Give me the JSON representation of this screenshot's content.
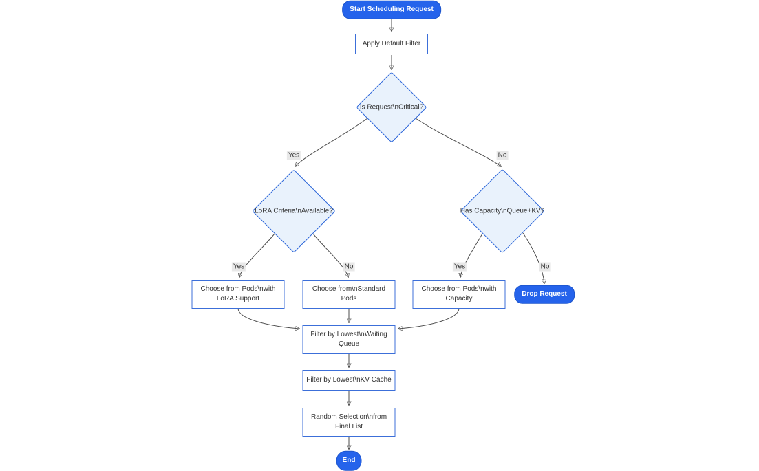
{
  "diagram": {
    "kind": "flowchart",
    "direction": "top-down",
    "background": "#ffffff"
  },
  "colors": {
    "terminator_fill": "#2563eb",
    "terminator_text": "#ffffff",
    "process_fill": "#ffffff",
    "process_border": "#3c6fd9",
    "decision_fill": "#e9f2fc",
    "decision_border": "#2b65d9",
    "edge_line": "#4c4c4c",
    "edge_label_background": "#e8e8e8",
    "text": "#333333"
  },
  "nodes": {
    "start": {
      "shape": "stadium",
      "label": "Start Scheduling Request"
    },
    "apply_default_filter": {
      "shape": "rect",
      "label": "Apply Default Filter"
    },
    "is_critical": {
      "shape": "diamond",
      "label": "Is Request\\nCritical?"
    },
    "lora_criteria": {
      "shape": "diamond",
      "label": "LoRA Criteria\\nAvailable?"
    },
    "has_capacity": {
      "shape": "diamond",
      "label": "Has Capacity\\nQueue+KV?"
    },
    "choose_lora_pods": {
      "shape": "rect",
      "label": [
        "Choose from Pods\\nwith",
        "LoRA Support"
      ]
    },
    "choose_standard_pods": {
      "shape": "rect",
      "label": [
        "Choose from\\nStandard",
        "Pods"
      ]
    },
    "choose_capacity_pods": {
      "shape": "rect",
      "label": [
        "Choose from Pods\\nwith",
        "Capacity"
      ]
    },
    "drop_request": {
      "shape": "stadium",
      "label": "Drop Request"
    },
    "filter_waiting_queue": {
      "shape": "rect",
      "label": [
        "Filter by Lowest\\nWaiting",
        "Queue"
      ]
    },
    "filter_kv_cache": {
      "shape": "rect",
      "label": "Filter by Lowest\\nKV Cache"
    },
    "random_selection": {
      "shape": "rect",
      "label": [
        "Random Selection\\nfrom",
        "Final List"
      ]
    },
    "end": {
      "shape": "stadium",
      "label": "End"
    }
  },
  "edges": [
    {
      "from": "start",
      "to": "apply_default_filter",
      "label": ""
    },
    {
      "from": "apply_default_filter",
      "to": "is_critical",
      "label": ""
    },
    {
      "from": "is_critical",
      "to": "lora_criteria",
      "label": "Yes"
    },
    {
      "from": "is_critical",
      "to": "has_capacity",
      "label": "No"
    },
    {
      "from": "lora_criteria",
      "to": "choose_lora_pods",
      "label": "Yes"
    },
    {
      "from": "lora_criteria",
      "to": "choose_standard_pods",
      "label": "No"
    },
    {
      "from": "has_capacity",
      "to": "choose_capacity_pods",
      "label": "Yes"
    },
    {
      "from": "has_capacity",
      "to": "drop_request",
      "label": "No"
    },
    {
      "from": "choose_lora_pods",
      "to": "filter_waiting_queue",
      "label": ""
    },
    {
      "from": "choose_standard_pods",
      "to": "filter_waiting_queue",
      "label": ""
    },
    {
      "from": "choose_capacity_pods",
      "to": "filter_waiting_queue",
      "label": ""
    },
    {
      "from": "filter_waiting_queue",
      "to": "filter_kv_cache",
      "label": ""
    },
    {
      "from": "filter_kv_cache",
      "to": "random_selection",
      "label": ""
    },
    {
      "from": "random_selection",
      "to": "end",
      "label": ""
    }
  ]
}
